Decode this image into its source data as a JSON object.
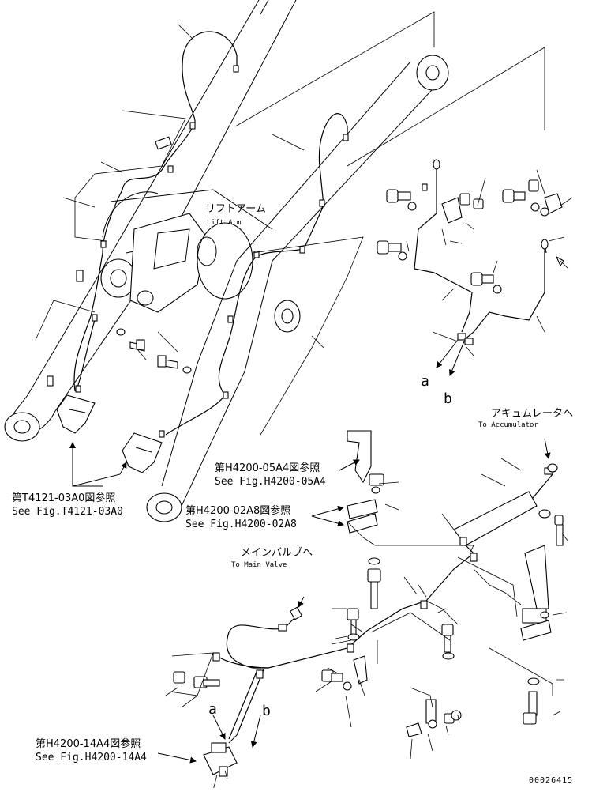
{
  "labels": {
    "lift_arm_jp": "リフトアーム",
    "lift_arm_en": "Lift Arm",
    "to_accumulator_jp": "アキュムレータへ",
    "to_accumulator_en": "To Accumulator",
    "to_main_valve_jp": "メインバルブへ",
    "to_main_valve_en": "To Main Valve",
    "ref_t4121_jp": "第T4121-03A0図参照",
    "ref_t4121_en": "See Fig.T4121-03A0",
    "ref_05a4_jp": "第H4200-05A4図参照",
    "ref_05a4_en": "See Fig.H4200-05A4",
    "ref_02a8_jp": "第H4200-02A8図参照",
    "ref_02a8_en": "See Fig.H4200-02A8",
    "ref_14a4_jp": "第H4200-14A4図参照",
    "ref_14a4_en": "See Fig.H4200-14A4",
    "mark_a": "a",
    "mark_b": "b",
    "doc_id": "00026415"
  }
}
